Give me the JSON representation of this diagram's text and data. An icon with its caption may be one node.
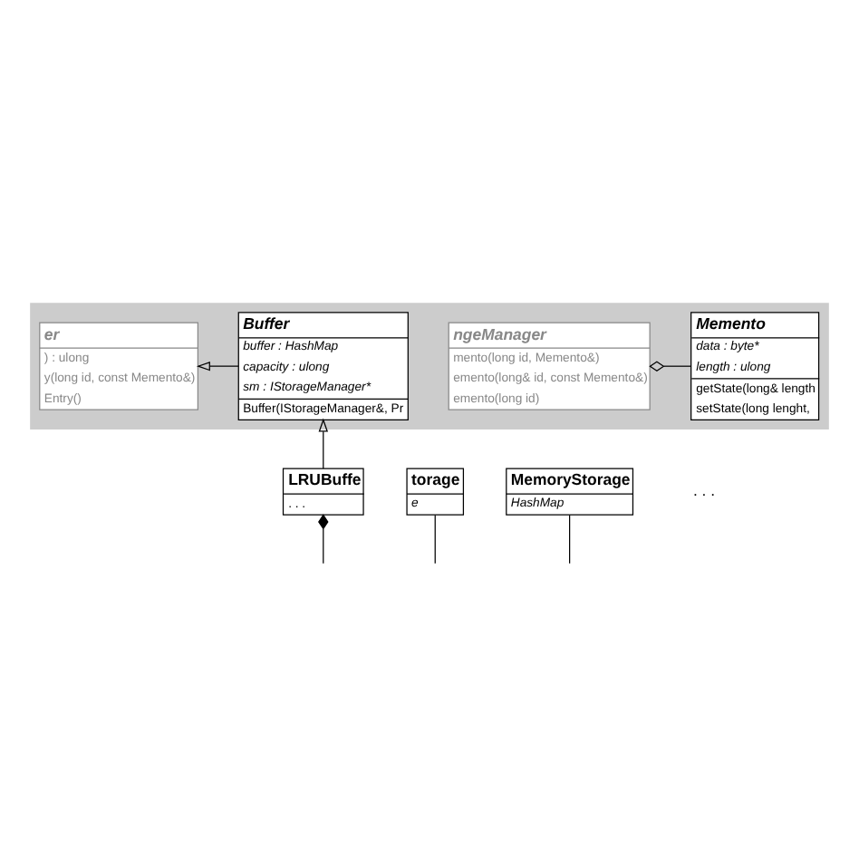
{
  "diagram": {
    "nodes": [
      {
        "text": [],
        "shape": "box"
      },
      {
        "text": [
          "ngeManager",
          "mento(long id, Memento&)",
          "emento(long& id, const Memento&)",
          "emento(long id)"
        ],
        "in": 0
      },
      {
        "text": [
          "Memento",
          "data : byte*",
          "length : ulong",
          "getState(long& length",
          "setState(long lenght,"
        ],
        "in": 0
      },
      {
        "text": [
          "er",
          ") : ulong",
          "y(long id, const Memento&)",
          "Entry()"
        ],
        "in": 0
      },
      {
        "text": [
          "Buffer",
          "buffer : HashMap",
          "capacity : ulong",
          "sm : IStorageManager*",
          "Buffer(IStorageManager&, Pr"
        ],
        "in": 0
      },
      {
        "text": [
          "torage",
          "e"
        ]
      },
      {
        "text": [
          "MemoryStorage",
          "HashMap"
        ]
      },
      {
        "text": [
          "LRUBuffe",
          ". . ."
        ]
      }
    ],
    "edges": [
      {
        "from": 1,
        "to": 2,
        "arrow": "other"
      },
      {
        "from": 4,
        "to": 3,
        "arrow": "to"
      },
      {
        "from": 7,
        "to": 4,
        "arrow": "to"
      },
      {
        "from": 5,
        "to": null,
        "arrow": "none"
      },
      {
        "from": 6,
        "to": null,
        "arrow": "none"
      },
      {
        "from": 7,
        "to": null,
        "arrow": "other"
      }
    ],
    "labels": [
      ". . ."
    ]
  }
}
